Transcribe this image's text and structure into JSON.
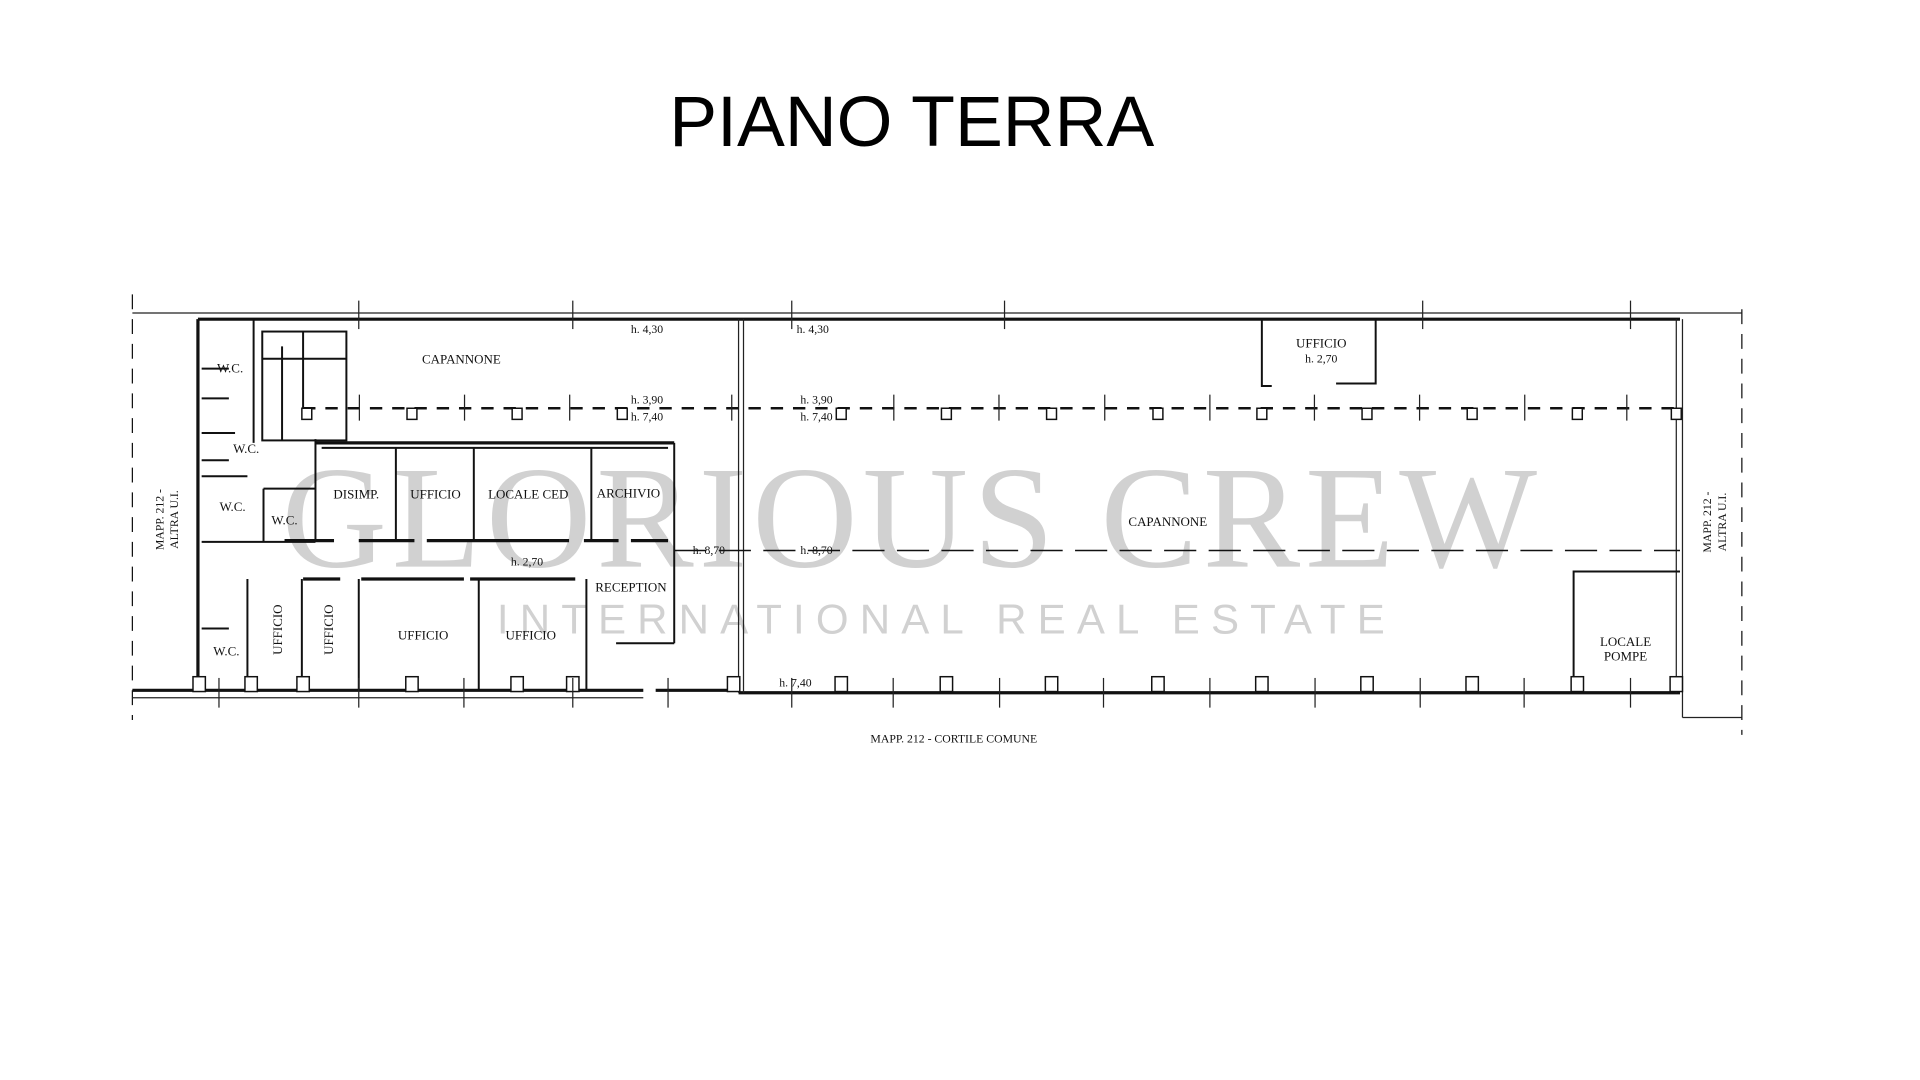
{
  "title": "PIANO TERRA",
  "watermark": {
    "line1": "GLORIOUS CREW",
    "line2": "INTERNATIONAL REAL ESTATE"
  },
  "plan": {
    "left_boundary": [
      "MAPP. 212 -",
      "ALTRA U.I."
    ],
    "right_boundary": [
      "MAPP. 212 -",
      "ALTRA U.I."
    ],
    "bottom_boundary": "MAPP. 212 - CORTILE COMUNE",
    "rooms": {
      "wc1": "W.C.",
      "wc2": "W.C.",
      "wc3": "W.C.",
      "wc4": "W.C.",
      "wc5": "W.C.",
      "capannone_left": "CAPANNONE",
      "disimp": "DISIMP.",
      "ufficio_top": "UFFICIO",
      "locale_ced": "LOCALE CED",
      "archivio": "ARCHIVIO",
      "reception": "RECEPTION",
      "ufficio_v1": "UFFICIO",
      "ufficio_v2": "UFFICIO",
      "ufficio_b1": "UFFICIO",
      "ufficio_b2": "UFFICIO",
      "capannone_main": "CAPANNONE",
      "ufficio_small": "UFFICIO",
      "locale_pompe_1": "LOCALE",
      "locale_pompe_2": "POMPE"
    },
    "heights": {
      "h430_a": "h. 4,30",
      "h430_b": "h. 4,30",
      "h390_a": "h. 3,90",
      "h740_a": "h. 7,40",
      "h390_b": "h. 3,90",
      "h740_b": "h. 7,40",
      "h270_corridor": "h. 2,70",
      "h870_a": "h. 8,70",
      "h870_b": "h. 8,70",
      "h270_ufficio": "h. 2,70",
      "h740_bottom": "h. 7,40"
    }
  }
}
